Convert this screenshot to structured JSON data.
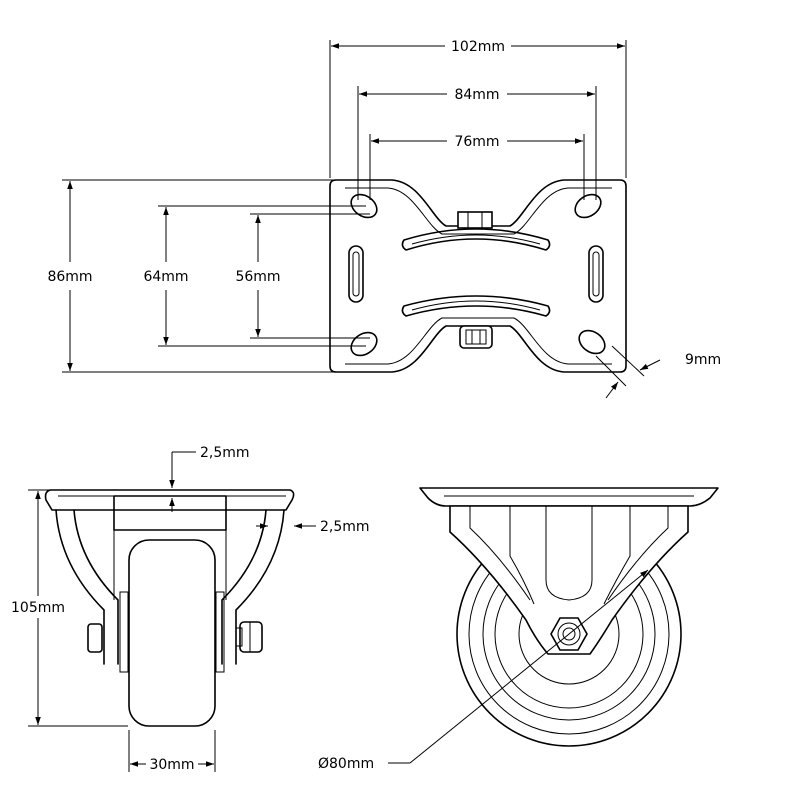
{
  "dimensions": {
    "top_width_outer": "102mm",
    "top_hole_spacing_outer": "84mm",
    "top_hole_spacing_inner": "76mm",
    "top_height_outer": "86mm",
    "top_hole_spacing_vertical_outer": "64mm",
    "top_hole_spacing_vertical_inner": "56mm",
    "slot_width": "9mm",
    "plate_thickness": "2,5mm",
    "bracket_thickness": "2,5mm",
    "total_height": "105mm",
    "wheel_width": "30mm",
    "wheel_diameter": "Ø80mm"
  }
}
